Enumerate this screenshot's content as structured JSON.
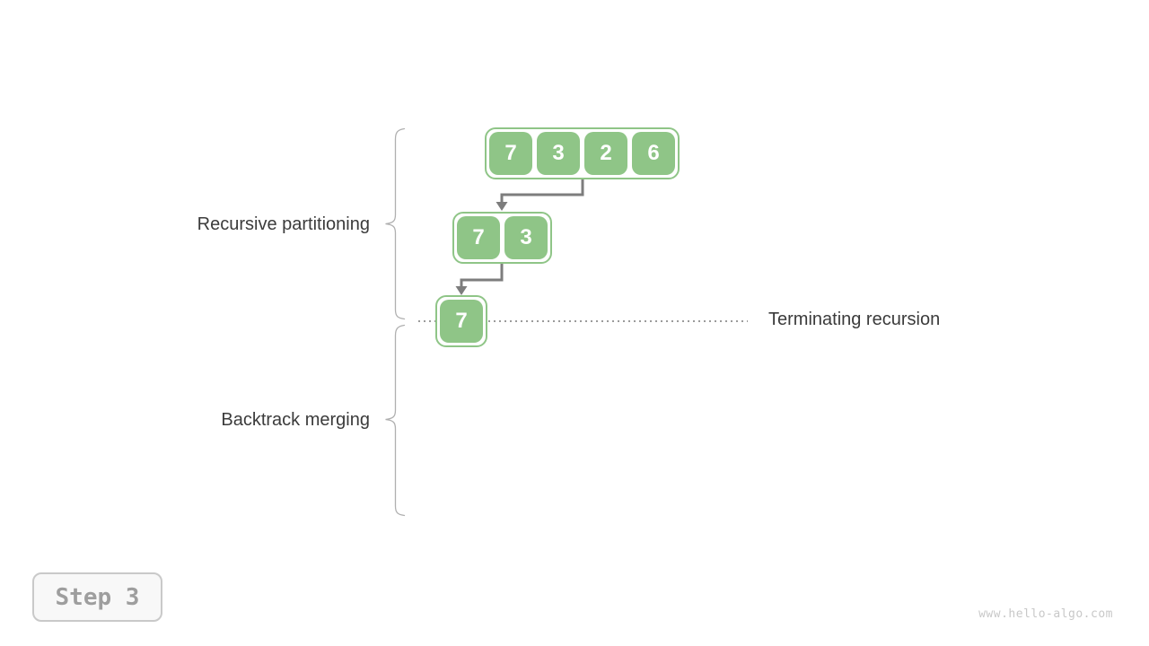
{
  "diagram": {
    "levels": [
      {
        "name": "level-1",
        "values": [
          "7",
          "3",
          "2",
          "6"
        ]
      },
      {
        "name": "level-2",
        "values": [
          "7",
          "3"
        ]
      },
      {
        "name": "level-3",
        "values": [
          "7"
        ]
      }
    ],
    "labels": {
      "recursive_partitioning": "Recursive partitioning",
      "backtrack_merging": "Backtrack merging",
      "terminating_recursion": "Terminating recursion"
    },
    "colors": {
      "box_green": "#8FC587",
      "arrow_gray": "#7d7d7d",
      "dotted_gray": "#7a7a7a",
      "brace_gray": "#b0b0b0",
      "label_text": "#3b3b3b"
    }
  },
  "step_badge": {
    "label": "Step 3"
  },
  "watermark": {
    "text": "www.hello-algo.com"
  }
}
